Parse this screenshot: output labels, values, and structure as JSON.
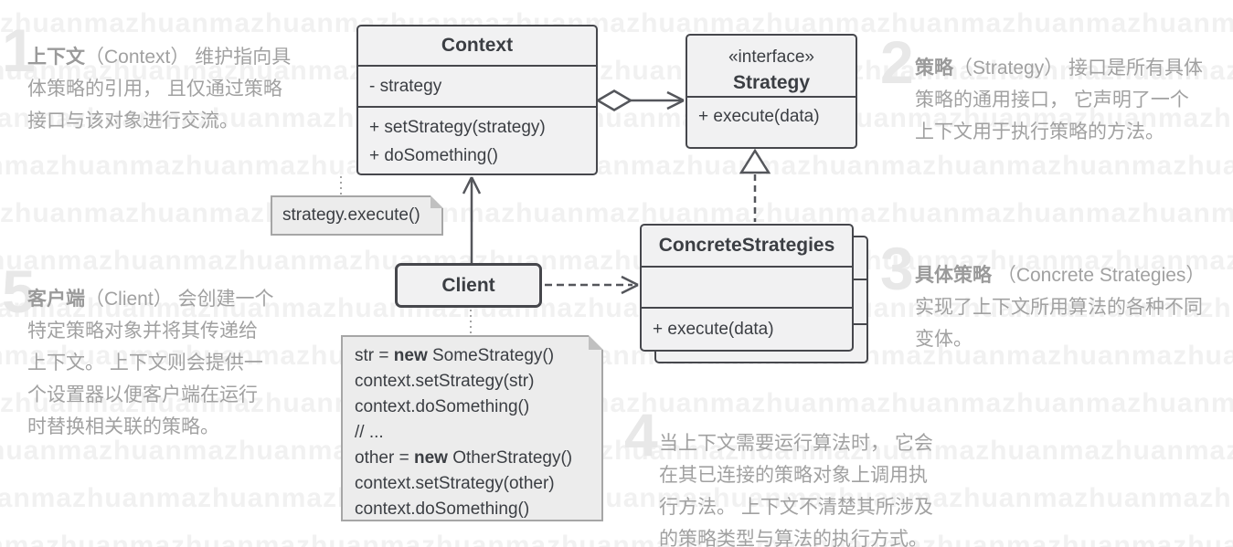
{
  "watermark": {
    "unit": "zhuanma",
    "rows": 12,
    "repeat": 30
  },
  "uml": {
    "context": {
      "title": "Context",
      "attribute": "- strategy",
      "method1": "+ setStrategy(strategy)",
      "method2": "+ doSomething()"
    },
    "strategy": {
      "stereotype": "«interface»",
      "title": "Strategy",
      "method": "+ execute(data)"
    },
    "concrete_strategies": {
      "title": "ConcreteStrategies",
      "method": "+ execute(data)"
    },
    "client": {
      "title": "Client"
    },
    "call_note": {
      "text": "strategy.execute()"
    },
    "code_note": {
      "lines": [
        [
          {
            "t": "str = "
          },
          {
            "t": "new",
            "b": true
          },
          {
            "t": " SomeStrategy()"
          }
        ],
        [
          {
            "t": "context.setStrategy(str)"
          }
        ],
        [
          {
            "t": "context.doSomething()"
          }
        ],
        [
          {
            "t": "// ..."
          }
        ],
        [
          {
            "t": "other = "
          },
          {
            "t": "new",
            "b": true
          },
          {
            "t": " OtherStrategy()"
          }
        ],
        [
          {
            "t": "context.setStrategy(other)"
          }
        ],
        [
          {
            "t": "context.doSomething()"
          }
        ]
      ]
    }
  },
  "annotations": [
    {
      "num": "1",
      "lines": [
        [
          {
            "t": "上下文",
            "b": true
          },
          {
            "t": "（Context） 维护指向具"
          }
        ],
        [
          {
            "t": "体策略的引用， 且仅通过策略"
          }
        ],
        [
          {
            "t": "接口与该对象进行交流。"
          }
        ]
      ]
    },
    {
      "num": "2",
      "lines": [
        [
          {
            "t": "策略",
            "b": true
          },
          {
            "t": "（Strategy） 接口是所有具体"
          }
        ],
        [
          {
            "t": "策略的通用接口， 它声明了一个"
          }
        ],
        [
          {
            "t": "上下文用于执行策略的方法。"
          }
        ]
      ]
    },
    {
      "num": "3",
      "lines": [
        [
          {
            "t": "具体策略",
            "b": true
          },
          {
            "t": " （Concrete Strategies）"
          }
        ],
        [
          {
            "t": "实现了上下文所用算法的各种不同"
          }
        ],
        [
          {
            "t": "变体。"
          }
        ]
      ]
    },
    {
      "num": "4",
      "lines": [
        [
          {
            "t": "当上下文需要运行算法时， 它会"
          }
        ],
        [
          {
            "t": "在其已连接的策略对象上调用执"
          }
        ],
        [
          {
            "t": "行方法。 上下文不清楚其所涉及"
          }
        ],
        [
          {
            "t": "的策略类型与算法的执行方式。"
          }
        ]
      ]
    },
    {
      "num": "5",
      "lines": [
        [
          {
            "t": "客户端",
            "b": true
          },
          {
            "t": "（Client） 会创建一个"
          }
        ],
        [
          {
            "t": "特定策略对象并将其传递给"
          }
        ],
        [
          {
            "t": "上下文。 上下文则会提供一"
          }
        ],
        [
          {
            "t": "个设置器以便客户端在运行"
          }
        ],
        [
          {
            "t": "时替换相关联的策略。"
          }
        ]
      ]
    }
  ],
  "colors": {
    "box_border": "#46474c",
    "box_fill": "#f1f1f2",
    "arrow": "#54565b",
    "note_fill": "#ececec",
    "note_border": "#a6a6a6",
    "annotation_text": "#a1a1a1",
    "annotation_number": "#e8e8e8"
  }
}
